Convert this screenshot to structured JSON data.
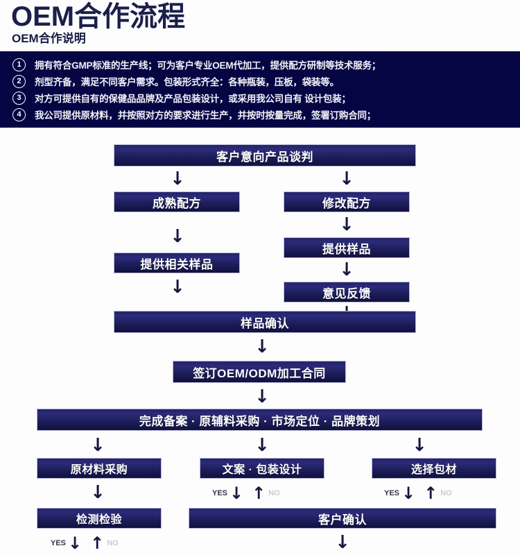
{
  "header": {
    "title": "OEM合作流程",
    "subtitle": "OEM合作说明"
  },
  "notes": {
    "items": [
      {
        "num": "1",
        "text": "拥有符合GMP标准的生产线；可为客户专业OEM代加工，提供配方研制等技术服务；"
      },
      {
        "num": "2",
        "text": "剂型齐备，满足不同客户需求。包装形式齐全：各种瓶装，压板，袋装等。"
      },
      {
        "num": "3",
        "text": "对方可提供自有的保健品品牌及产品包装设计，或采用我公司自有 设计包装；"
      },
      {
        "num": "4",
        "text": "我公司提供原材料，并按照对方的要求进行生产，并按时按量完成，签署订购合同；"
      }
    ]
  },
  "flow": {
    "boxes": {
      "negotiation": "客户意向产品谈判",
      "mature_formula": "成熟配方",
      "modify_formula": "修改配方",
      "provide_sample": "提供样品",
      "feedback": "意见反馈",
      "provide_related_sample": "提供相关样品",
      "sample_confirm": "样品确认",
      "sign_contract": "签订OEM/ODM加工合同",
      "filing_row": "完成备案 · 原辅料采购 · 市场定位 · 品牌策划",
      "raw_material": "原材料采购",
      "copy_packaging": "文案 · 包装设计",
      "choose_packing": "选择包材",
      "inspection": "检测检验",
      "customer_confirm": "客户确认"
    },
    "yes_label": "YES",
    "no_label": "NO",
    "arrow_down": "↓",
    "arrow_up": "↑"
  },
  "colors": {
    "panel_bg": "#050544",
    "box_navy": "#22226b",
    "title": "#1b1f4b",
    "arrow": "#15153f",
    "no_text": "#c9c9d6"
  }
}
